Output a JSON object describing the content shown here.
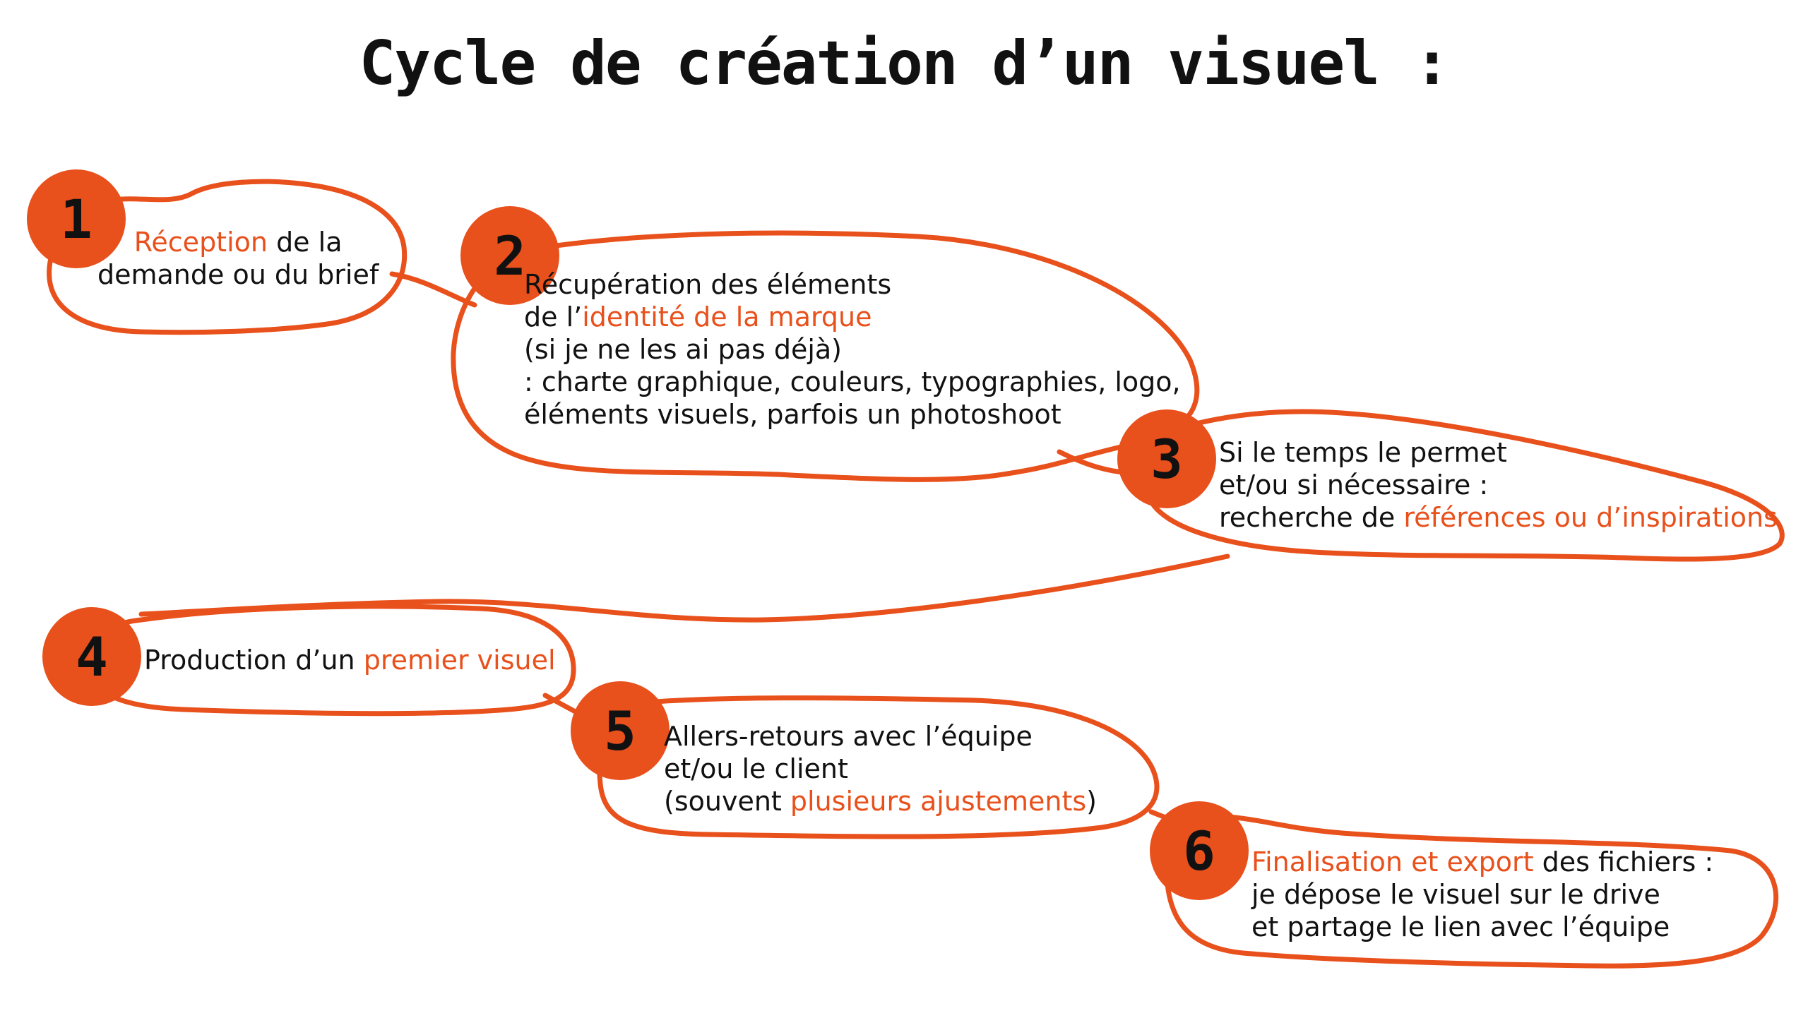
{
  "title": "Cycle de création d’un visuel :",
  "colors": {
    "accent": "#e8501c",
    "text": "#111111",
    "background": "#ffffff"
  },
  "steps": [
    {
      "number": "1",
      "lines": [
        [
          {
            "text": "Réception",
            "hl": true
          },
          {
            "text": " de la",
            "hl": false
          }
        ],
        [
          {
            "text": "demande ou du brief",
            "hl": false
          }
        ]
      ]
    },
    {
      "number": "2",
      "lines": [
        [
          {
            "text": "Récupération des éléments",
            "hl": false
          }
        ],
        [
          {
            "text": "de l’",
            "hl": false
          },
          {
            "text": "identité de la marque",
            "hl": true
          }
        ],
        [
          {
            "text": "(si je ne les ai pas déjà)",
            "hl": false
          }
        ],
        [
          {
            "text": ": charte graphique, couleurs, typographies, logo,",
            "hl": false
          }
        ],
        [
          {
            "text": "éléments visuels, parfois un photoshoot",
            "hl": false
          }
        ]
      ]
    },
    {
      "number": "3",
      "lines": [
        [
          {
            "text": "Si le temps le permet",
            "hl": false
          }
        ],
        [
          {
            "text": "et/ou si nécessaire :",
            "hl": false
          }
        ],
        [
          {
            "text": "recherche de ",
            "hl": false
          },
          {
            "text": "références ou d’inspirations",
            "hl": true
          }
        ]
      ]
    },
    {
      "number": "4",
      "lines": [
        [
          {
            "text": "Production d’un ",
            "hl": false
          },
          {
            "text": "premier visuel",
            "hl": true
          }
        ]
      ]
    },
    {
      "number": "5",
      "lines": [
        [
          {
            "text": "Allers-retours avec l’équipe",
            "hl": false
          }
        ],
        [
          {
            "text": "et/ou le client",
            "hl": false
          }
        ],
        [
          {
            "text": "(souvent ",
            "hl": false
          },
          {
            "text": "plusieurs ajustements",
            "hl": true
          },
          {
            "text": ")",
            "hl": false
          }
        ]
      ]
    },
    {
      "number": "6",
      "lines": [
        [
          {
            "text": "Finalisation et export",
            "hl": true
          },
          {
            "text": " des fichiers :",
            "hl": false
          }
        ],
        [
          {
            "text": "je dépose le visuel sur le drive",
            "hl": false
          }
        ],
        [
          {
            "text": "et partage le lien avec l’équipe",
            "hl": false
          }
        ]
      ]
    }
  ]
}
